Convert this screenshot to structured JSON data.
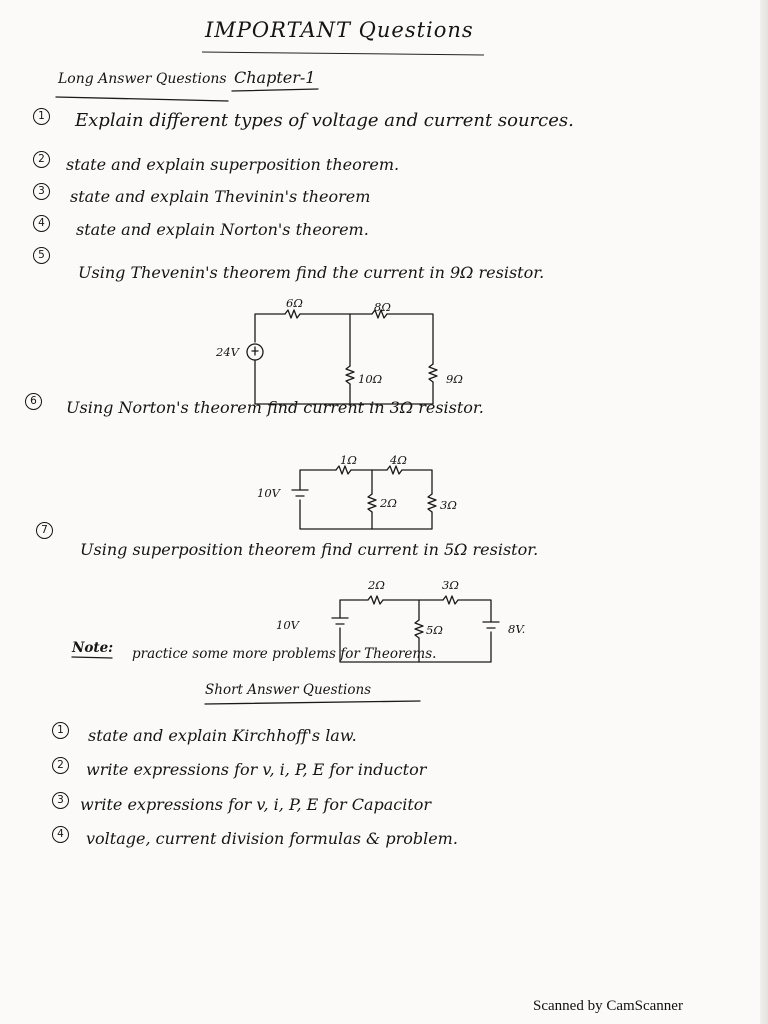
{
  "title": "IMPORTANT Questions",
  "long_section": {
    "heading": "Long Answer Questions",
    "chapter": "Chapter-1",
    "questions": [
      {
        "num": "1",
        "text": "Explain different types of voltage and current sources."
      },
      {
        "num": "2",
        "text": "state and explain superposition theorem."
      },
      {
        "num": "3",
        "text": "state and explain Thevinin's theorem"
      },
      {
        "num": "4",
        "text": "state and explain Norton's theorem."
      },
      {
        "num": "5",
        "text": "Using Thevenin's theorem find the current in 9Ω resistor."
      },
      {
        "num": "6",
        "text": "Using Norton's theorem find current in 3Ω resistor."
      },
      {
        "num": "7",
        "text": "Using superposition theorem find current in 5Ω resistor."
      }
    ]
  },
  "circuits": {
    "c5": {
      "source": "24V",
      "r1": "6Ω",
      "r2": "8Ω",
      "r3": "10Ω",
      "r4": "9Ω"
    },
    "c6": {
      "source": "10V",
      "r1": "1Ω",
      "r2": "4Ω",
      "r3": "2Ω",
      "r4": "3Ω"
    },
    "c7": {
      "source1": "10V",
      "r1": "2Ω",
      "r2": "3Ω",
      "r3": "5Ω",
      "source2": "8V."
    }
  },
  "note": {
    "label": "Note:",
    "text": "practice some more problems for Theorems."
  },
  "short_section": {
    "heading": "Short Answer Questions",
    "questions": [
      {
        "num": "1",
        "text": "state and explain Kirchhoff's law."
      },
      {
        "num": "2",
        "text": "write expressions for v, i, P, E for inductor"
      },
      {
        "num": "3",
        "text": "write expressions for v, i, P, E for Capacitor"
      },
      {
        "num": "4",
        "text": "voltage, current division formulas & problem."
      }
    ]
  },
  "footer": "Scanned by CamScanner"
}
